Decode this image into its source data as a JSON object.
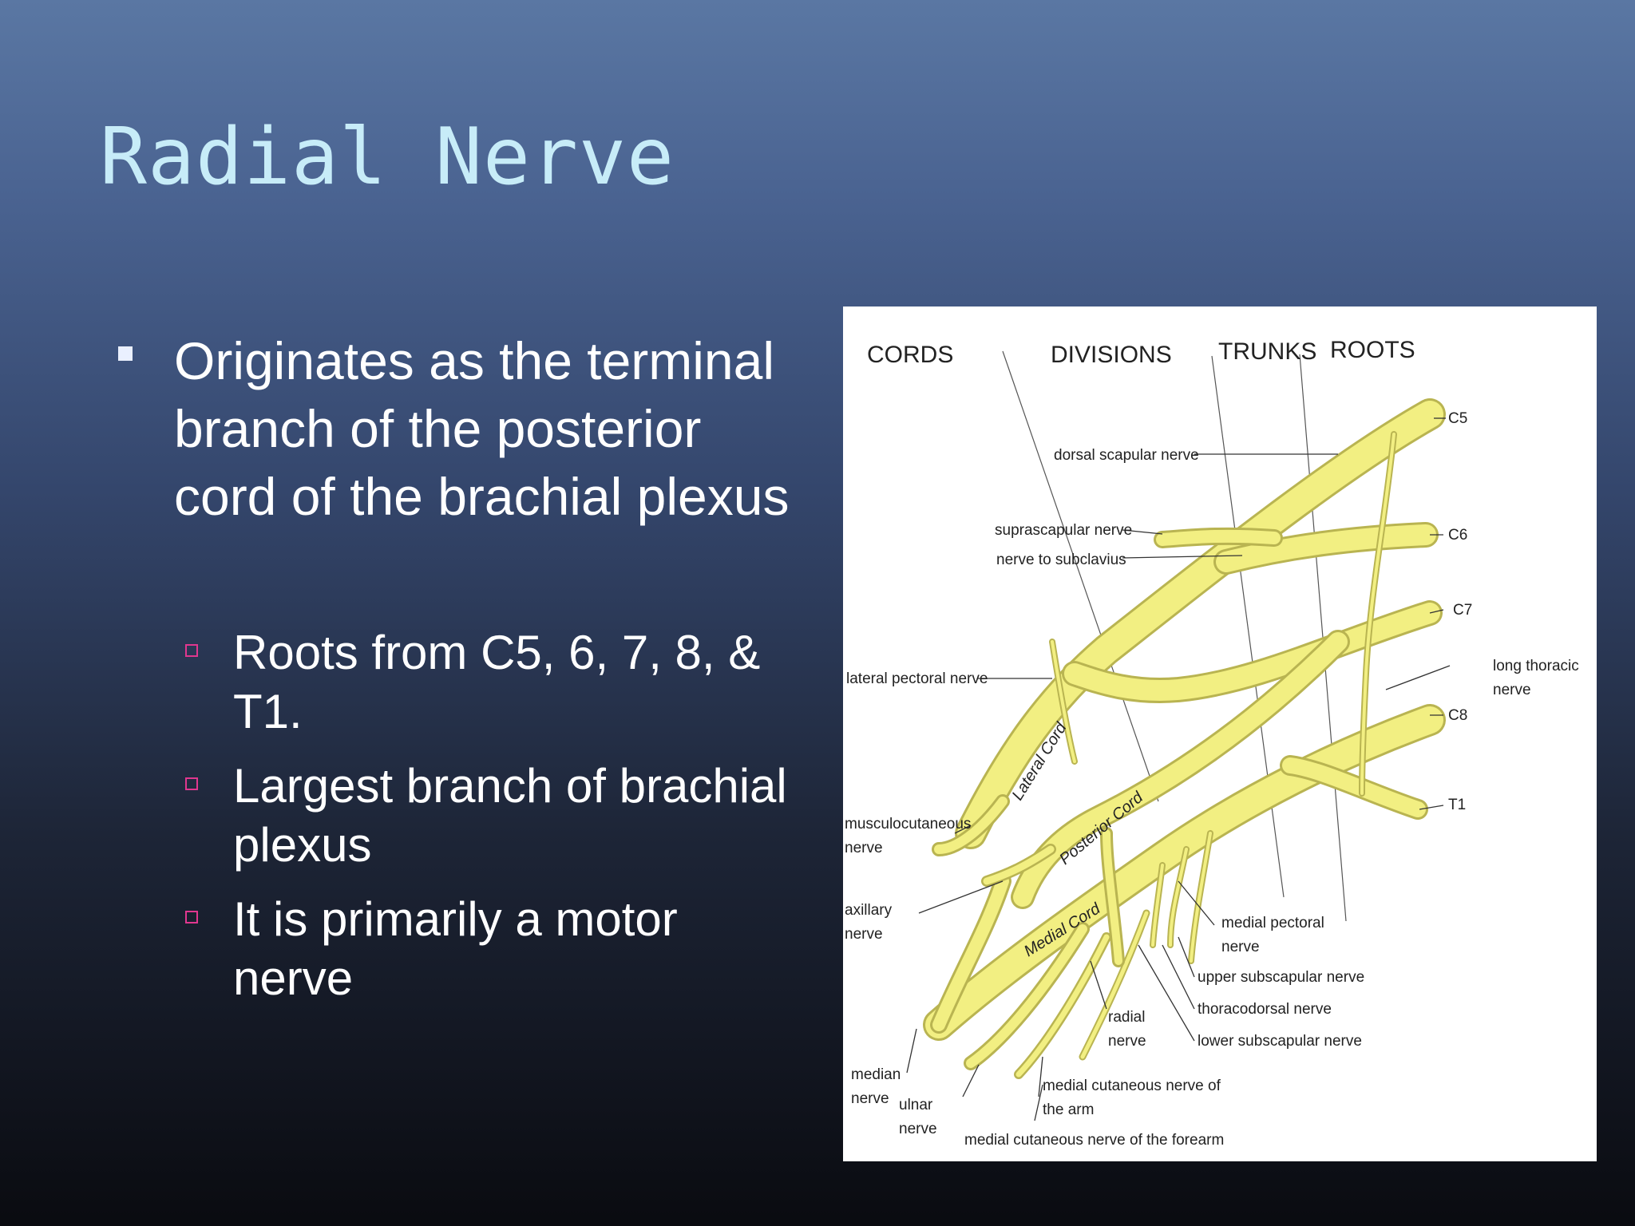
{
  "slide": {
    "title": "Radial Nerve",
    "bullet_main": "Originates as the terminal branch of the posterior cord of the brachial plexus",
    "sub_bullets": [
      "Roots from C5, 6, 7, 8, & T1.",
      "Largest branch of brachial plexus",
      "It is primarily a motor nerve"
    ]
  },
  "figure": {
    "headers": {
      "cords": "CORDS",
      "divisions": "DIVISIONS",
      "trunks": "TRUNKS",
      "roots": "ROOTS"
    },
    "roots": {
      "c5": "C5",
      "c6": "C6",
      "c7": "C7",
      "c8": "C8",
      "t1": "T1"
    },
    "cord_labels": {
      "lateral": "Lateral Cord",
      "posterior": "Posterior Cord",
      "medial": "Medial Cord"
    },
    "labels": {
      "dorsal_scapular": "dorsal scapular nerve",
      "suprascapular": "suprascapular nerve",
      "subclavius": "nerve to subclavius",
      "lateral_pectoral": "lateral pectoral nerve",
      "long_thoracic_1": "long thoracic",
      "long_thoracic_2": "nerve",
      "musculocutaneous_1": "musculocutaneous",
      "musculocutaneous_2": "nerve",
      "axillary_1": "axillary",
      "axillary_2": "nerve",
      "medial_pectoral_1": "medial pectoral",
      "medial_pectoral_2": "nerve",
      "upper_subscapular": "upper subscapular nerve",
      "thoracodorsal": "thoracodorsal nerve",
      "lower_subscapular": "lower subscapular nerve",
      "radial_1": "radial",
      "radial_2": "nerve",
      "median_1": "median",
      "median_2": "nerve",
      "ulnar_1": "ulnar",
      "ulnar_2": "nerve",
      "med_cut_arm_1": "medial cutaneous nerve of",
      "med_cut_arm_2": "the arm",
      "med_cut_forearm": "medial cutaneous nerve of the forearm"
    },
    "colors": {
      "nerve_fill": "#f2ef82",
      "nerve_edge": "#b9b451",
      "label": "#222222"
    }
  }
}
